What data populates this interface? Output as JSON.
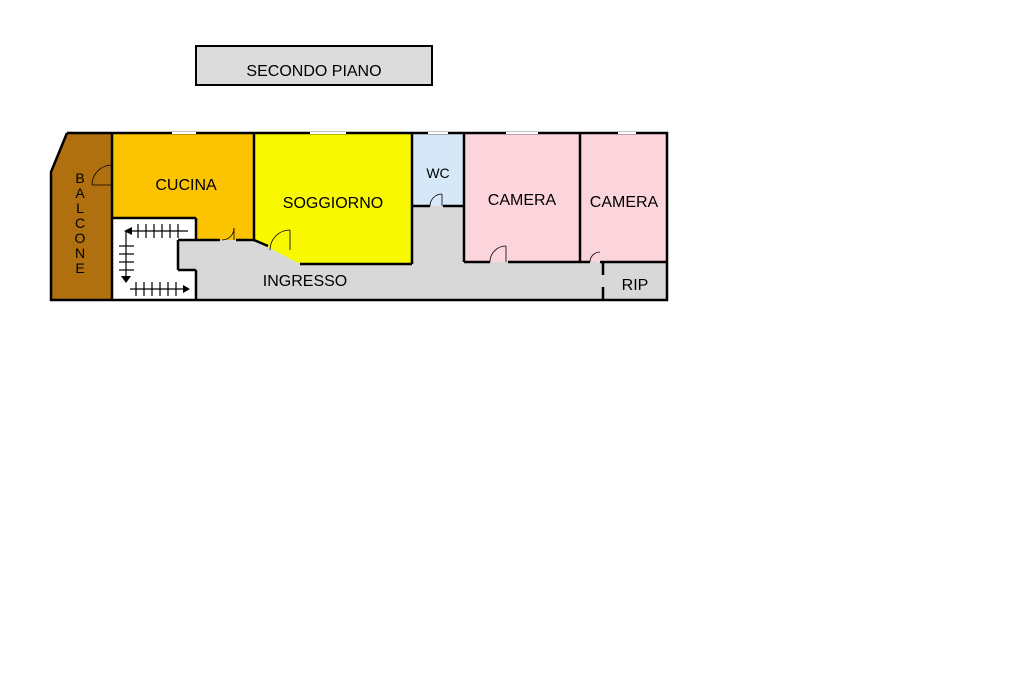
{
  "title": "SECONDO PIANO",
  "rooms": {
    "balcone": {
      "label": "BALCONE",
      "letters": [
        "B",
        "A",
        "L",
        "C",
        "O",
        "N",
        "E"
      ],
      "color": "#b0700f"
    },
    "cucina": {
      "label": "CUCINA",
      "color": "#fcc400"
    },
    "soggiorno": {
      "label": "SOGGIORNO",
      "color": "#f8f800"
    },
    "wc": {
      "label": "WC",
      "color": "#d6e8f8"
    },
    "camera1": {
      "label": "CAMERA",
      "color": "#fcd4dc"
    },
    "camera2": {
      "label": "CAMERA",
      "color": "#fcd4dc"
    },
    "ingresso": {
      "label": "INGRESSO",
      "color": "#d8d8d8"
    },
    "rip": {
      "label": "RIP",
      "color": "#d8d8d8"
    }
  },
  "colors": {
    "stair": "#ffffff",
    "wall": "#000000",
    "title_box": "#dcdcdc"
  }
}
